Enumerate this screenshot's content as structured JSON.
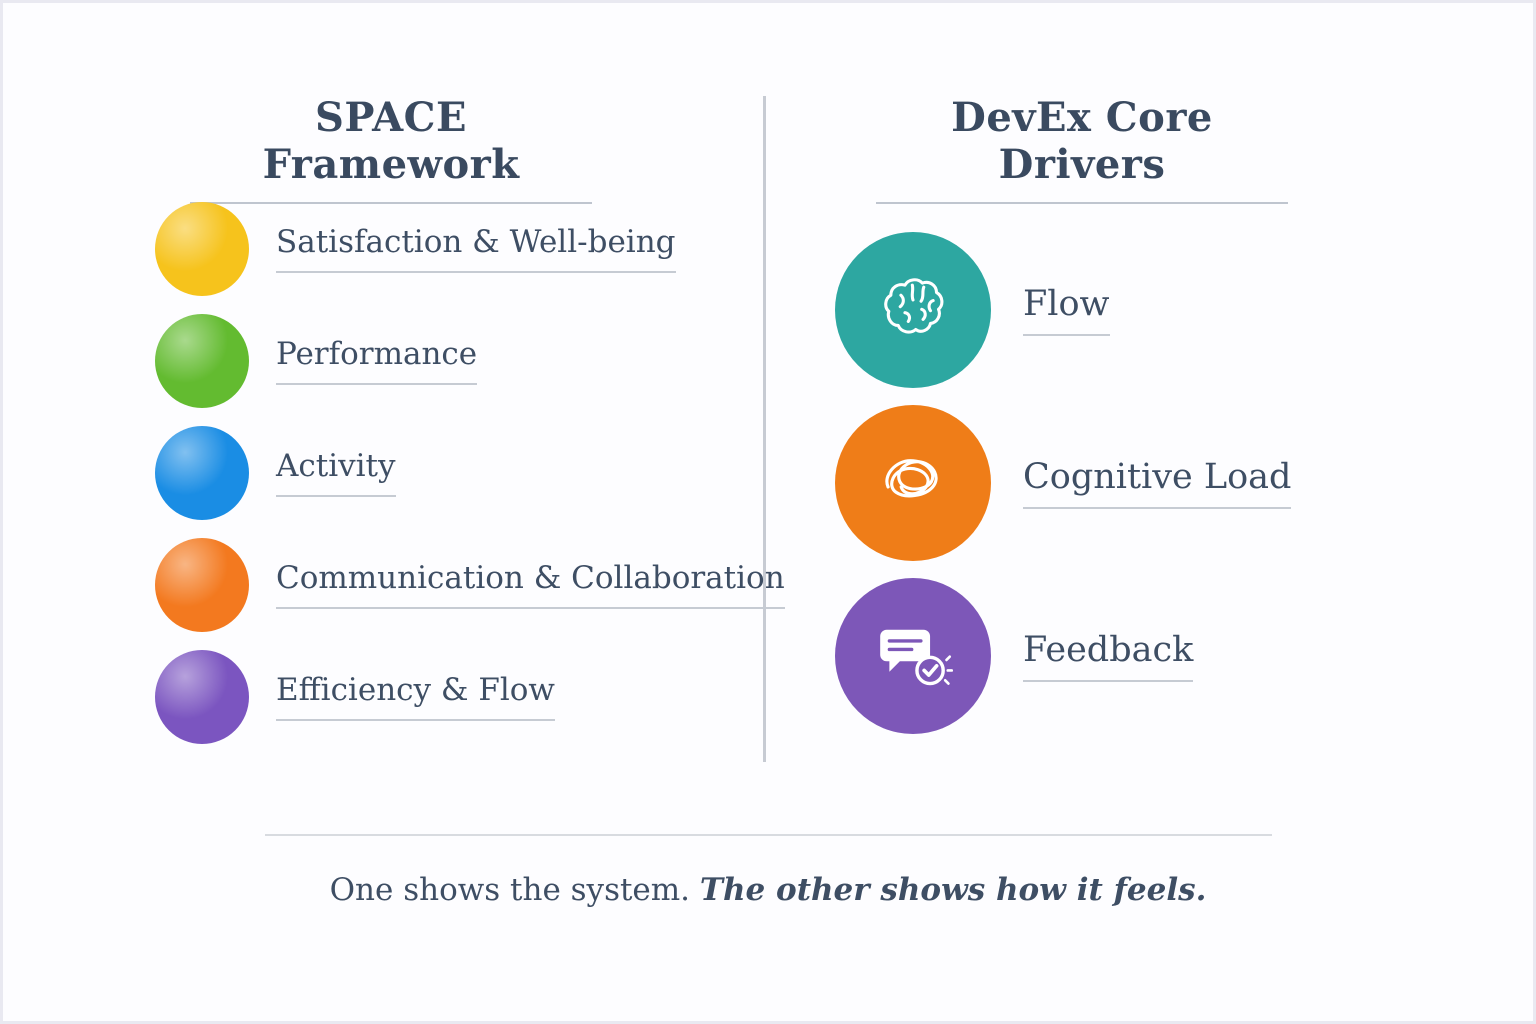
{
  "left_column": {
    "title": "SPACE Framework",
    "items": [
      {
        "label": "Satisfaction & Well-being",
        "color": "#f6c31c",
        "icon": "yellow-bullet"
      },
      {
        "label": "Performance",
        "color": "#63bb30",
        "icon": "green-bullet"
      },
      {
        "label": "Activity",
        "color": "#1a8de4",
        "icon": "blue-bullet"
      },
      {
        "label": "Communication & Collaboration",
        "color": "#f3791f",
        "icon": "orange-bullet"
      },
      {
        "label": "Efficiency & Flow",
        "color": "#7b55c0",
        "icon": "purple-bullet"
      }
    ]
  },
  "right_column": {
    "title": "DevEx Core Drivers",
    "items": [
      {
        "label": "Flow",
        "color": "#2da7a1",
        "icon": "brain-icon"
      },
      {
        "label": "Cognitive Load",
        "color": "#ef7d18",
        "icon": "tangle-icon"
      },
      {
        "label": "Feedback",
        "color": "#7d57b8",
        "icon": "chat-check-icon"
      }
    ]
  },
  "footer": {
    "text_normal": "One shows the system.",
    "text_emphasis": "The other shows how it feels."
  }
}
